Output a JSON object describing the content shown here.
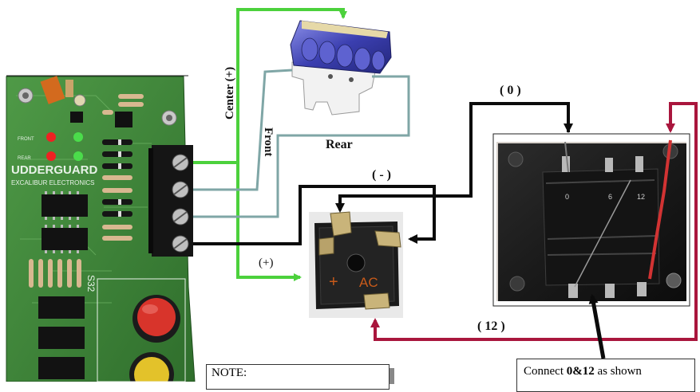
{
  "labels": {
    "center_plus": "Center (+)",
    "front": "Front",
    "rear": "Rear",
    "zero": "( 0 )",
    "minus": "( - )",
    "plus": "(+)",
    "twelve": "( 12 )",
    "note": "NOTE:",
    "connect_prefix": "Connect ",
    "connect_bold": "0&12",
    "connect_suffix": " as shown"
  },
  "board_text": {
    "brand": "UDDERGUARD",
    "sub": "EXCALIBUR ELECTRONICS",
    "model": "S32",
    "front_led": "FRONT",
    "rear_led": "REAR"
  },
  "rectifier_text": {
    "plus": "+",
    "ac": "AC"
  },
  "transformer_text": {
    "t0": "0",
    "t6": "6",
    "t12": "12"
  },
  "colors": {
    "green_wire": "#4cd13c",
    "teal_wire": "#7fa6a6",
    "black_wire": "#0b0b0b",
    "red_wire": "#a9163d",
    "board_green": "#3f8a3a",
    "connector_blue": "#3b3fb0"
  }
}
